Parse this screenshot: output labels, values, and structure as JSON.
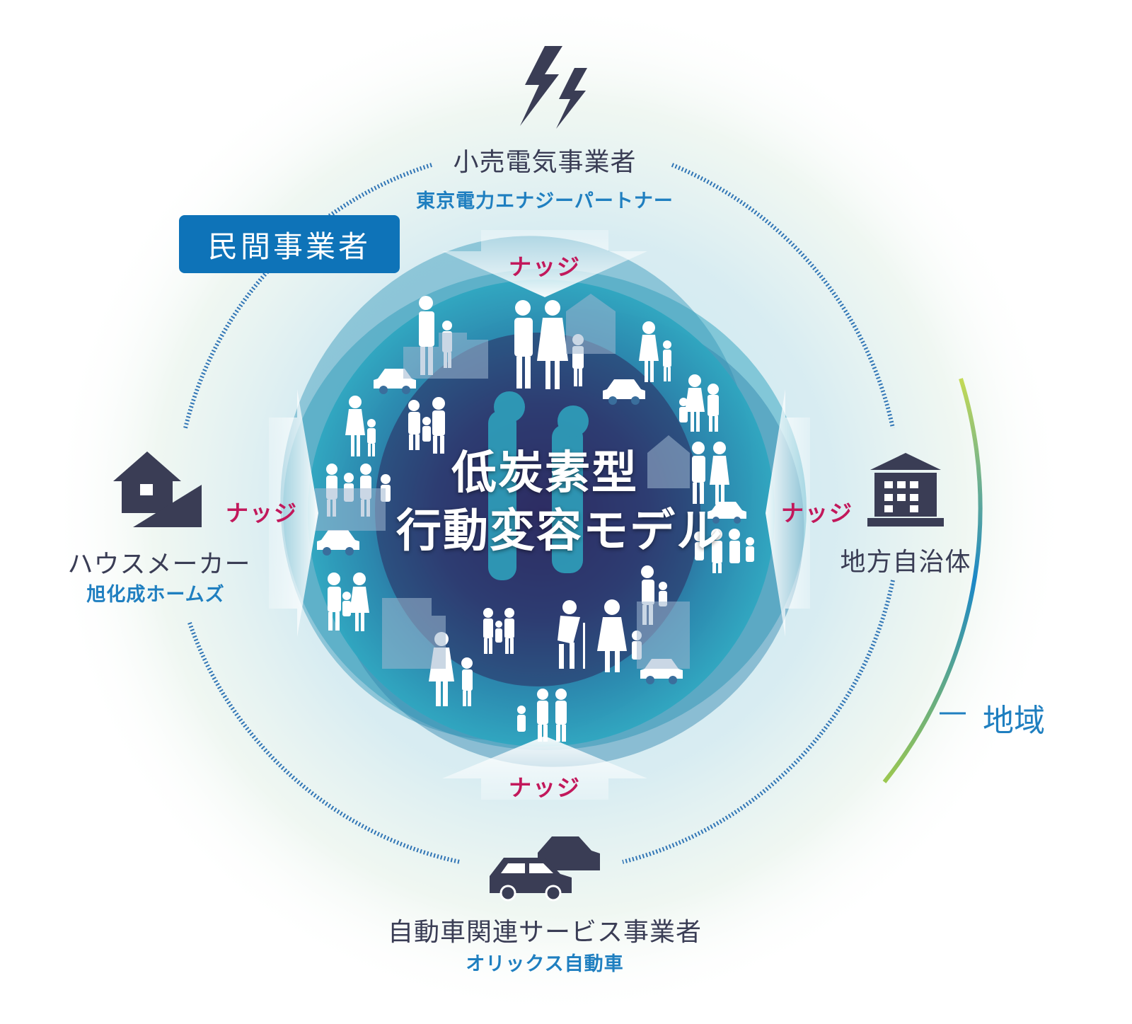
{
  "center": {
    "line1": "低炭素型",
    "line2": "行動変容モデル"
  },
  "nudge_label": "ナッジ",
  "private_badge": "民間事業者",
  "top": {
    "category": "小売電気事業者",
    "company": "東京電力エナジーパートナー",
    "icon": "lightning-icon"
  },
  "left": {
    "category": "ハウスメーカー",
    "company": "旭化成ホームズ",
    "icon": "house-icon"
  },
  "right": {
    "category": "地方自治体",
    "icon": "government-building-icon"
  },
  "bottom": {
    "category": "自動車関連サービス事業者",
    "company": "オリックス自動車",
    "icon": "cars-icon"
  },
  "region": {
    "dash": "—",
    "label": "地域"
  },
  "colors": {
    "accent_blue": "#0e73b8",
    "company_blue": "#1f7fc0",
    "nudge_magenta": "#c2185b",
    "dark_navy": "#3a3d55",
    "core_dark": "#2c2a5e",
    "core_teal": "#2aa3bd"
  }
}
